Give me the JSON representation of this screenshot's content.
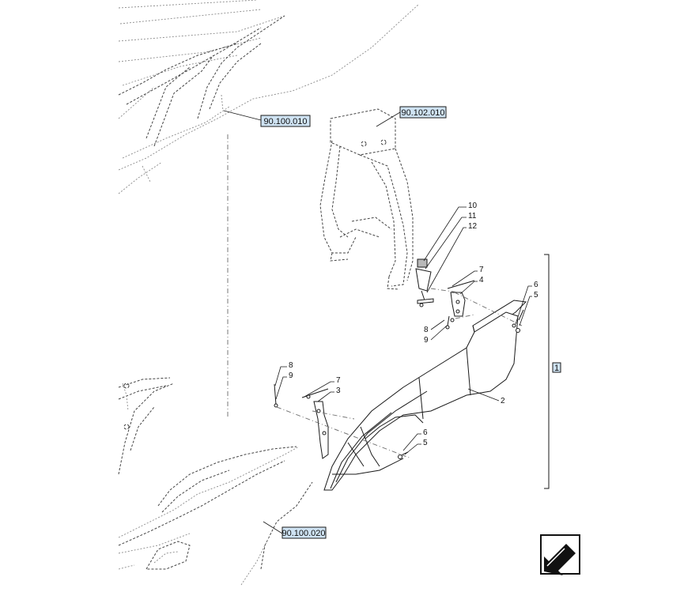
{
  "references": [
    {
      "id": "ref-90-100-010",
      "label": "90.100.010"
    },
    {
      "id": "ref-90-102-010",
      "label": "90.102.010"
    },
    {
      "id": "ref-90-100-020",
      "label": "90.100.020"
    }
  ],
  "callouts": {
    "c10": "10",
    "c11": "11",
    "c12": "12",
    "c7a": "7",
    "c4": "4",
    "c6a": "6",
    "c5a": "5",
    "c8a": "8",
    "c9a": "9",
    "c8b": "8",
    "c9b": "9",
    "c7b": "7",
    "c3": "3",
    "c2": "2",
    "c6b": "6",
    "c5b": "5"
  },
  "group_label": "1",
  "nav_icon": "direction-arrow-icon"
}
